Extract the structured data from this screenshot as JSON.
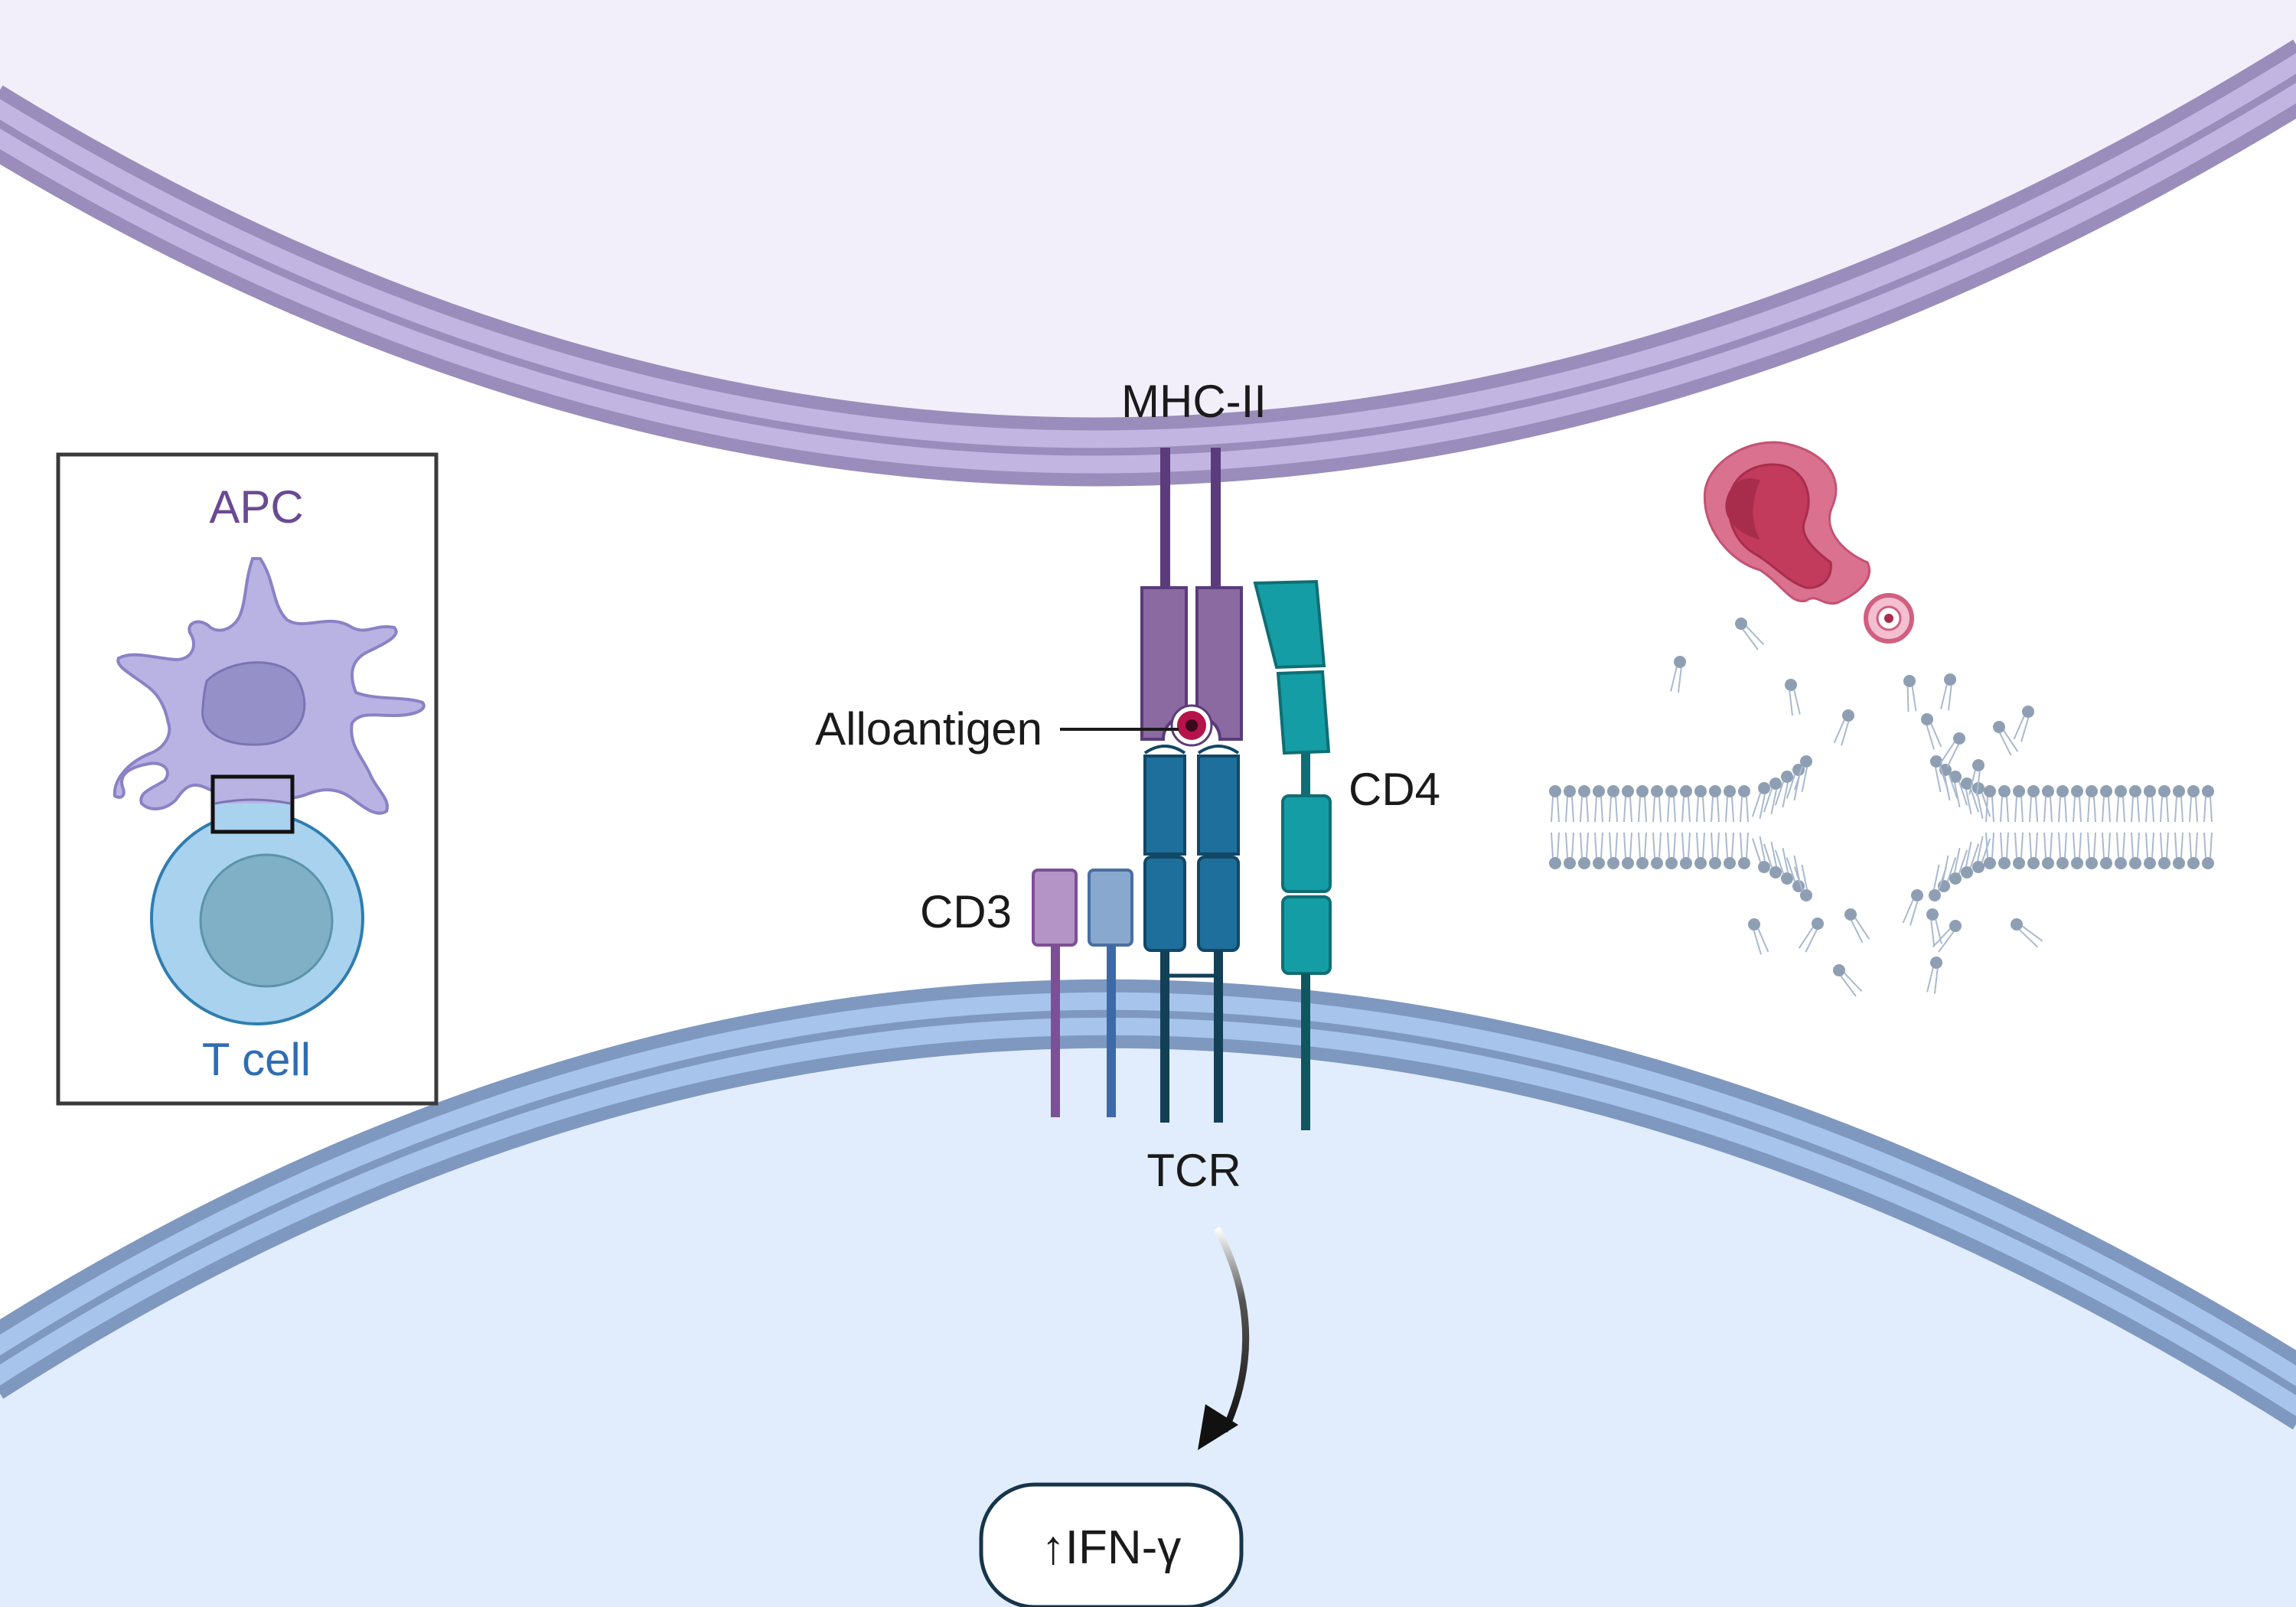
{
  "labels": {
    "mhc": "MHC-II",
    "alloantigen": "Alloantigen",
    "cd4": "CD4",
    "cd3": "CD3",
    "tcr": "TCR",
    "ifn": "↑IFN-γ"
  },
  "inset": {
    "apc": "APC",
    "tcell": "T cell"
  },
  "colors": {
    "apc_text": "#6a4a93",
    "tcell_text": "#2f6db3",
    "apc_membrane": "#c3b5e2",
    "apc_cytoplasm": "#f2effa",
    "tcell_membrane": "#a7c4ec",
    "tcell_cytoplasm": "#e1edfc",
    "mhc": "#8a6aa0",
    "tcr": "#1e6f9b",
    "cd4": "#159da5",
    "alloantigen": "#b5134a",
    "perforin": "#c23a5c"
  },
  "icons": [
    "apc-cell-icon",
    "t-cell-icon",
    "perforin-pore-icon",
    "lipid-bilayer-icon",
    "alloantigen-icon"
  ]
}
